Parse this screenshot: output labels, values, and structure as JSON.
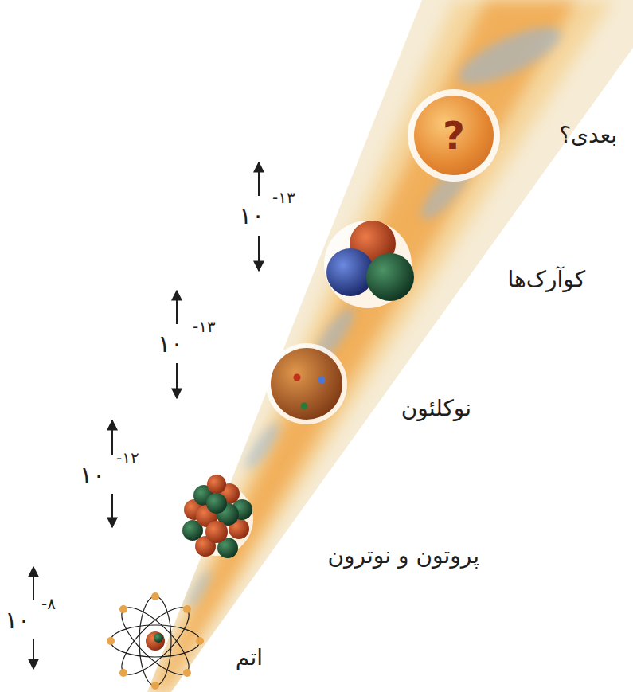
{
  "diagram": {
    "nodes": [
      {
        "text": [
          "?"
        ]
      }
    ],
    "labels": [
      "بعدی؟",
      "۱۰",
      "-۱۳",
      "کوآرک‌ها",
      "۱۰",
      "-۱۳",
      "نوکلئون",
      "۱۰",
      "-۱۲",
      "پروتون و نوترون",
      "۱۰",
      "-۸",
      "اتم"
    ]
  }
}
